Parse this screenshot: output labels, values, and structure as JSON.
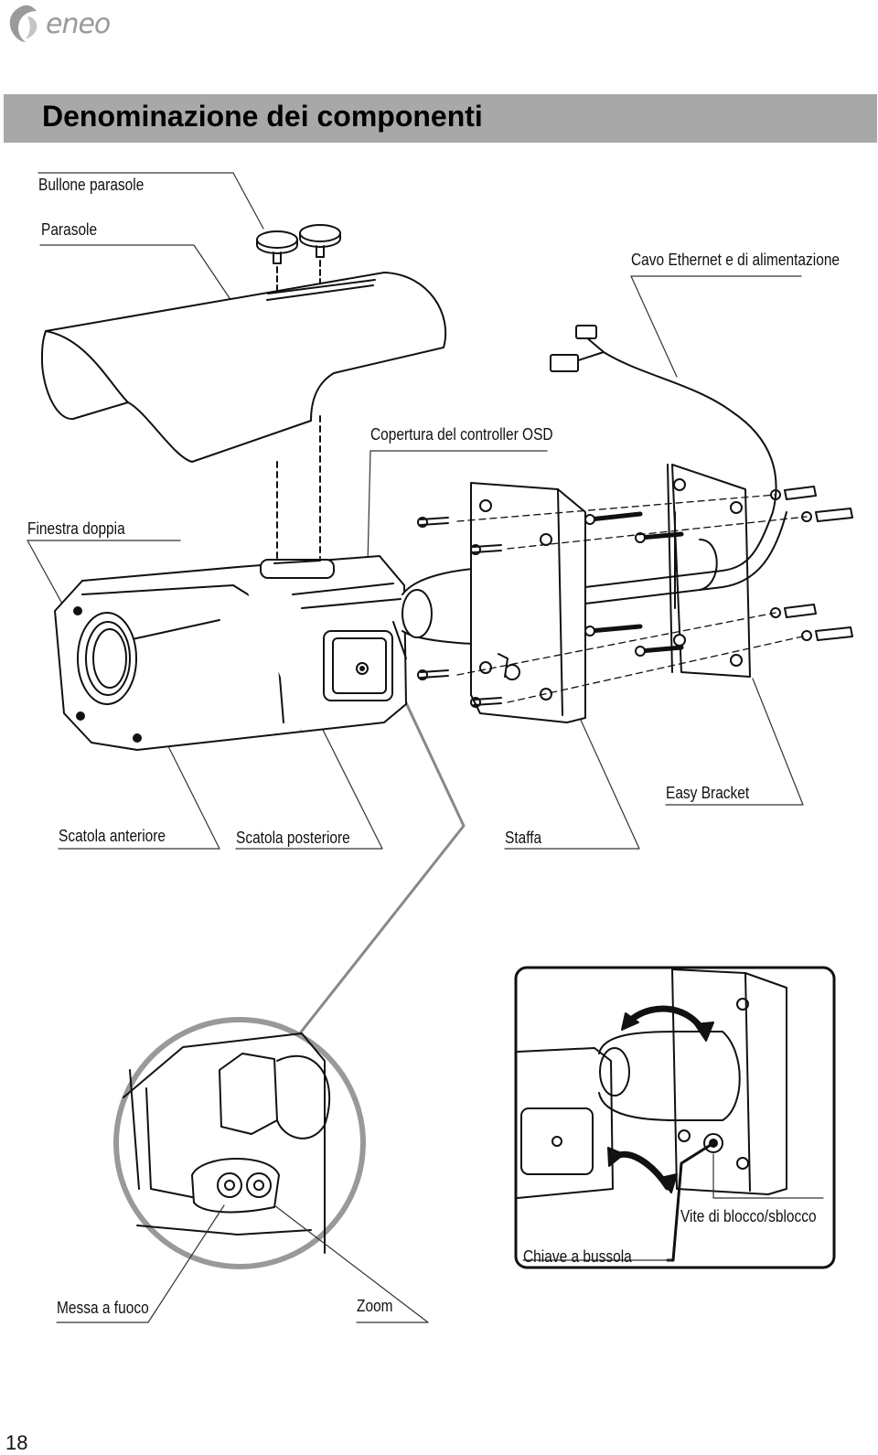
{
  "brand": {
    "name": "eneo"
  },
  "page": {
    "title": "Denominazione dei componenti",
    "number": "18"
  },
  "labels": {
    "sunshield_bolt": "Bullone parasole",
    "sunshield": "Parasole",
    "ethernet_power_cable": "Cavo Ethernet e di alimentazione",
    "osd_cover": "Copertura del controller OSD",
    "double_window": "Finestra doppia",
    "front_box": "Scatola anteriore",
    "rear_box": "Scatola posteriore",
    "bracket": "Staffa",
    "easy_bracket": "Easy Bracket",
    "lock_screw": "Vite di blocco/sblocco",
    "socket_wrench": "Chiave a bussola",
    "focus": "Messa a fuoco",
    "zoom": "Zoom"
  }
}
